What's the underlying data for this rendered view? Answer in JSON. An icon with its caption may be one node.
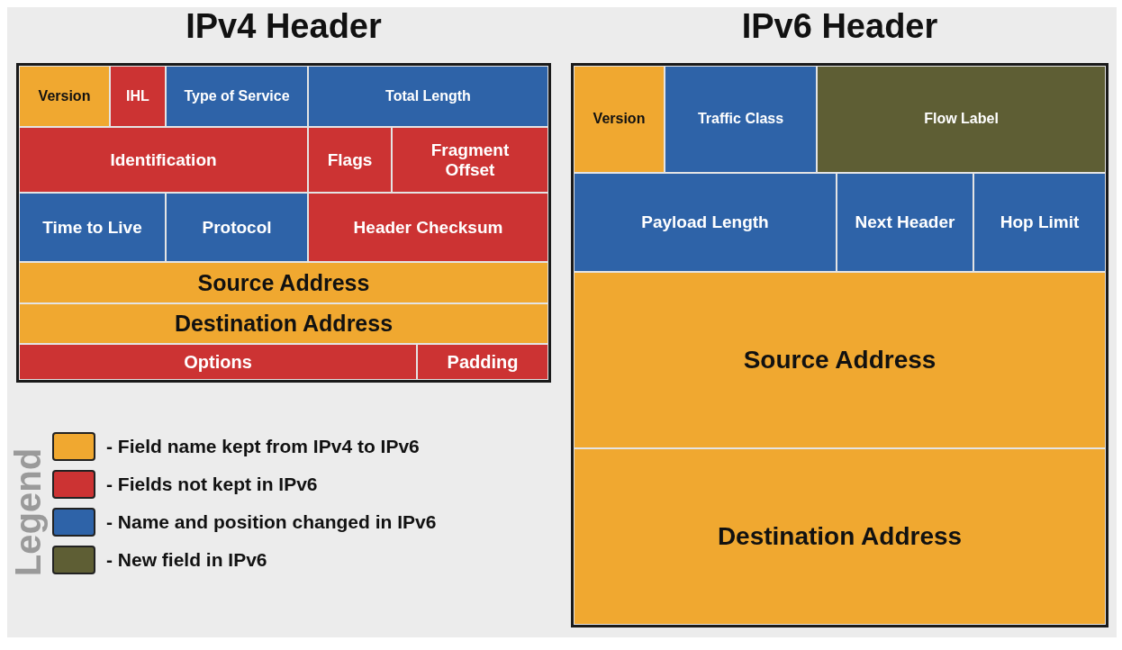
{
  "diagram": {
    "nodes": [
      {
        "text": [
          "IPv4 Header"
        ]
      },
      {
        "text": [
          "Version"
        ],
        "in": 0
      },
      {
        "text": [
          "IHL"
        ],
        "in": 0
      },
      {
        "text": [
          "Type of Service"
        ],
        "in": 0
      },
      {
        "text": [
          "Total Length"
        ],
        "in": 0
      },
      {
        "text": [
          "Identification"
        ],
        "in": 0
      },
      {
        "text": [
          "Flags"
        ],
        "in": 0
      },
      {
        "text": [
          "Fragment Offset"
        ],
        "in": 0
      },
      {
        "text": [
          "Time to Live"
        ],
        "in": 0
      },
      {
        "text": [
          "Protocol"
        ],
        "in": 0
      },
      {
        "text": [
          "Header Checksum"
        ],
        "in": 0
      },
      {
        "text": [
          "Source Address"
        ],
        "in": 0
      },
      {
        "text": [
          "Destination Address"
        ],
        "in": 0
      },
      {
        "text": [
          "Options"
        ],
        "in": 0
      },
      {
        "text": [
          "Padding"
        ],
        "in": 0
      },
      {
        "text": [
          "IPv6 Header"
        ]
      },
      {
        "text": [
          "Version"
        ],
        "in": 15
      },
      {
        "text": [
          "Traffic Class"
        ],
        "in": 15
      },
      {
        "text": [
          "Flow Label"
        ],
        "in": 15
      },
      {
        "text": [
          "Payload Length"
        ],
        "in": 15
      },
      {
        "text": [
          "Next Header"
        ],
        "in": 15
      },
      {
        "text": [
          "Hop Limit"
        ],
        "in": 15
      },
      {
        "text": [
          "Source Address"
        ],
        "in": 15
      },
      {
        "text": [
          "Destination Address"
        ],
        "in": 15
      }
    ],
    "labels": [
      "Legend"
    ],
    "legend": [
      {
        "text": "- Field name kept from IPv4 to IPv6",
        "color": "#f0a830"
      },
      {
        "text": "- Fields not kept in IPv6",
        "color": "#cc3333"
      },
      {
        "text": "- Name and position changed in IPv6",
        "color": "#2e63a8"
      },
      {
        "text": "- New field in IPv6",
        "color": "#5e5e34"
      }
    ]
  }
}
